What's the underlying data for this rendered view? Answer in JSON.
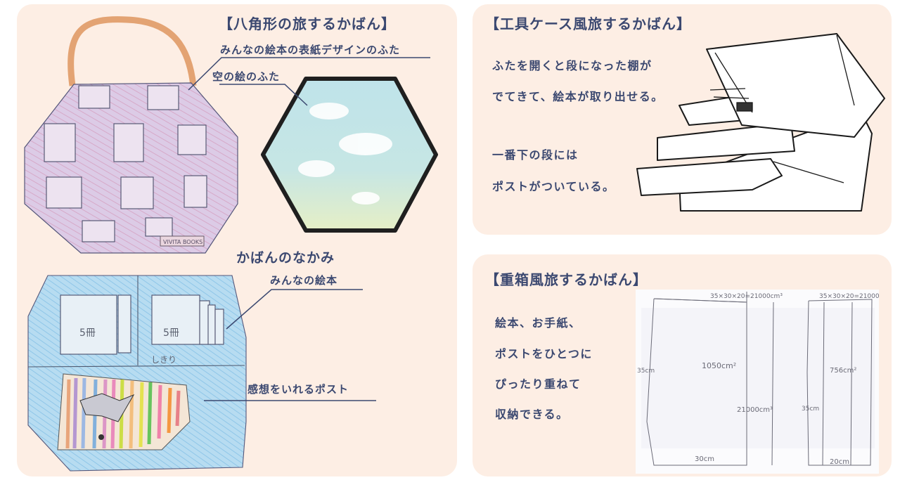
{
  "panels": {
    "octagon": {
      "title": "【八角形の旅するかばん】",
      "labels": {
        "cover_design": "みんなの絵本の表紙デザインのふた",
        "sky_lid": "空の絵のふた",
        "contents_heading": "かばんのなかみ",
        "picture_books": "みんなの絵本",
        "post": "感想をいれるポスト"
      },
      "drawing_notes": {
        "brand_tag": "VIVITA BOOKS",
        "books_count_left": "5冊",
        "books_count_right": "5冊",
        "divider": "しきり"
      }
    },
    "tool_case": {
      "title": "【工具ケース風旅するかばん】",
      "description_lines": [
        "ふたを開くと段になった棚が",
        "でてきて、絵本が取り出せる。"
      ],
      "note_lines": [
        "一番下の段には",
        "ポストがついている。"
      ]
    },
    "stacked_box": {
      "title": "【重箱風旅するかばん】",
      "description_lines": [
        "絵本、お手紙、",
        "ポストをひとつに",
        "ぴったり重ねて",
        "収納できる。"
      ],
      "sketch_notes": {
        "left_formula": "35×30×20=21000cm³",
        "right_formula": "35×30×20=21000",
        "left_volume_small": "1050cm²",
        "left_volume_large": "21000cm³",
        "right_volume": "756cm²",
        "left_height": "35cm",
        "right_height": "35cm",
        "left_width": "30cm",
        "right_width": "20cm"
      }
    }
  },
  "colors": {
    "page_bg": "#ffffff",
    "panel_bg": "#fdeee4",
    "text": "#3b4870",
    "bag_purple": "#d8c6e0",
    "inner_blue": "#a9d4ee",
    "handle_orange": "#e6a677",
    "hex_border": "#1f1f1f"
  }
}
